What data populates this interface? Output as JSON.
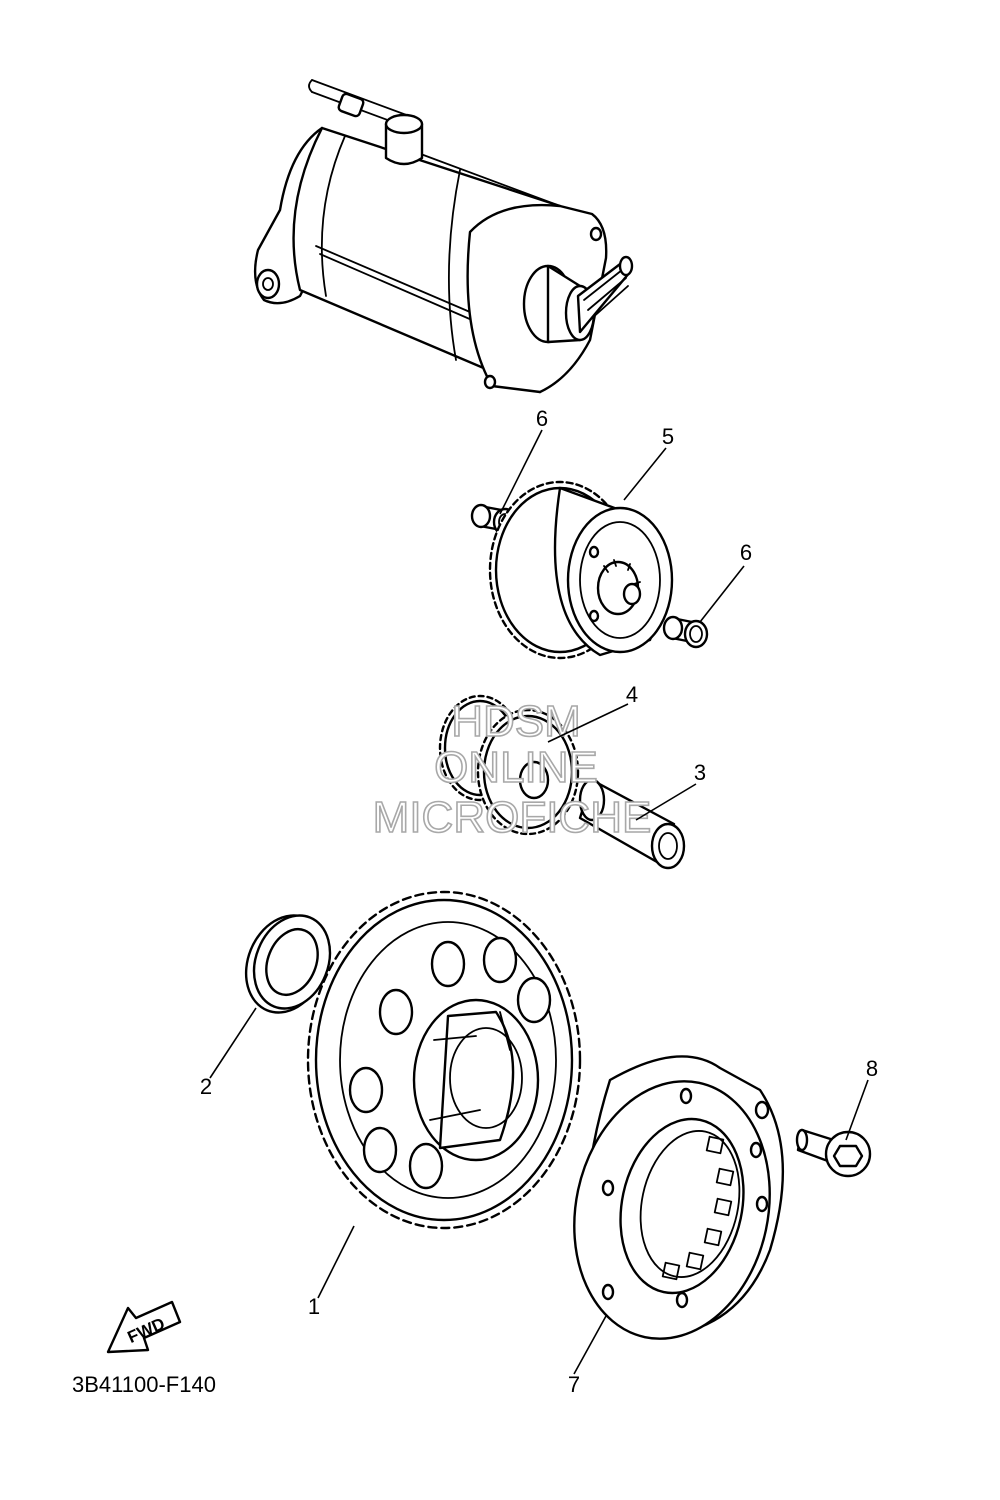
{
  "diagram": {
    "code": "3B41100-F140",
    "fwd_label": "FWD",
    "watermark": [
      "HDSM",
      "ONLINE",
      "MICROFICHE"
    ],
    "callouts": [
      {
        "id": "1",
        "label": "1"
      },
      {
        "id": "2",
        "label": "2"
      },
      {
        "id": "3",
        "label": "3"
      },
      {
        "id": "4",
        "label": "4"
      },
      {
        "id": "5",
        "label": "5"
      },
      {
        "id": "6a",
        "label": "6"
      },
      {
        "id": "6b",
        "label": "6"
      },
      {
        "id": "7",
        "label": "7"
      },
      {
        "id": "8",
        "label": "8"
      }
    ]
  },
  "colors": {
    "line": "#000000",
    "background": "#ffffff",
    "watermark": "#a8a8a8"
  }
}
